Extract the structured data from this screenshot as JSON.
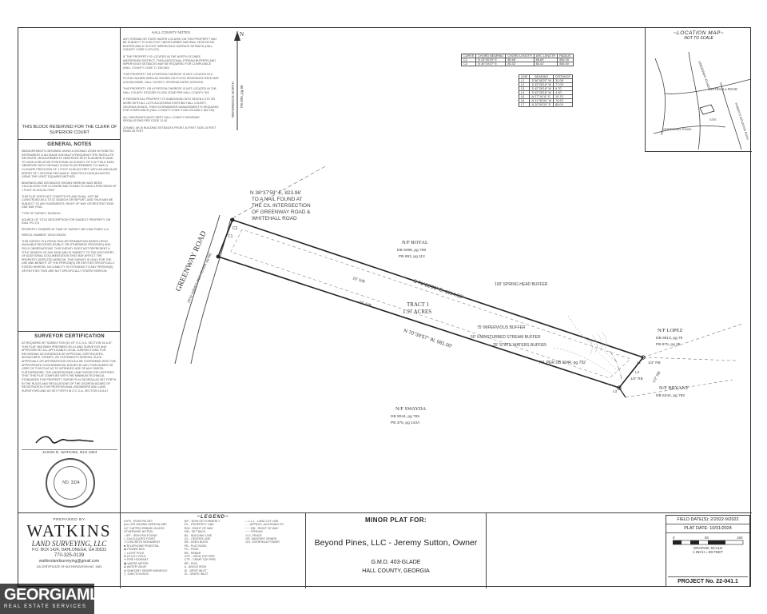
{
  "clerk_block": "THIS BLOCK RESERVED FOR THE CLERK OF SUPERIOR COURT",
  "general_notes": {
    "title": "GENERAL NOTES",
    "items": [
      "MEASUREMENTS OBTAINED USING A GEOMAX ZOOM 90 ROBOTIC INSTRUMENT & AN IGAGE IGN MULTI-FREQUENCY RTK SATELLITE RECEIVER. MEASUREMENTS OBSERVED WITH EUSUERM FOUND TO HAVE A RELATIVE POSITIONAL ACCURACY OF 0.02' FIELD DATA OBSERVED WITH GEOMAX ZOOM 90 DETERMINED TO HAVE A CLOSURE PRECISION OF 1 FOOT IN 65,924 FEET, WITH AN ANGULAR ERROR OF 1 SECOND PER ANGLE. SAID FIELD DATA ADJUSTED USING THE LEAST SQUARES METHOD",
      "BEARINGS AND DISTANCES SHOWN HEREON HAVE BEEN CALCULATED FOR CLOSURE AND FOUND TO HAVE A PRECISION OF 1 FOOT IN 423,014 FEET.",
      "THIS PLAT DOES NOT CONSTITUTE AND SHALL NOT BE CONSTRUED AS A TITLE SEARCH OR REPORT, AND THUS MAY BE SUBJECT TO ANY EASEMENTS, RIGHT OF WAY OR RESTRICTIONS ONE MAY FIND.",
      "TYPE OF SURVEY: DIVISION",
      "SOURCE OF TITLE DESCRIPTION FOR SUBJECT PROPERTY: DB 9164, pg 173",
      "PROPERTY OWNERS AT TIME OF SURVEY: BEYOND PINES LLC",
      "PARCEL NUMBER: 15019 000033",
      "THIS SURVEY IS A RESULTING DETERMINATION BASED UPON AVAILABLE RECORDS (PUBLIC OR OTHERWISE PROVIDED) AND FIELD OBSERVATIONS. THIS SURVEY DOES NOT REPRESENT A TITLE SEARCH OF ANY KIND AND IS SUBJECT TO THE DISCOVERY OF ADDITIONAL DOCUMENTATION THAT MAY AFFECT THE PROPERTY DEPICTED HEREON. THIS SURVEY IS ONLY FOR THE USE AND BENEFIT OF THE PERSON(S) OR ENTITIES SPECIFICALLY STATED HEREON. NO LIABILITY IS EXTENDED TO ANY PERSON(S) OR ENTITIES THAT ARE NOT SPECIFICALLY STATED HEREON."
    ]
  },
  "surveyor": {
    "title": "SURVEYOR CERTIFICATION",
    "text": "AS REQUIRED BY SUBSECTION (d) OF O.C.G.A. SECTION 15-6-67, THIS PLAT HAS BEEN PREPARED BY A LAND SURVEYOR AND APPROVED BY ALL APPLICABLE LOCAL JURISDICTIONS FOR RECORDING AS EVIDENCED BY APPROVAL CERTIFICATES, SIGNATURES, STAMPS, OR STATEMENTS HEREON. SUCH APPROVALS OR AFFIRMATIONS SHOULD BE CONFIRMED WITH THE APPROPRIATE GOVERNMENTAL BODIES BY ANY PURCHASER OR USER OF THIS PLAT AS TO INTENDED USE OF ANY PARCEL. FURTHERMORE, THE UNDERSIGNED LAND SURVEYOR CERTIFIES THAT THIS PLAT COMPLIES WITH THE MINIMUM TECHNICAL STANDARDS FOR PROPERTY SURVEYS IN GEORGIA AS SET FORTH IN THE RULES AND REGULATIONS OF THE GEORGIA BOARD OF REGISTRATION FOR PROFESSIONAL ENGINEERS AND LAND SURVEYORS AND AS SET FORTH IN O.C.G.A. SECTION 15-6-67.",
    "name": "JASON D. WATKINS, RLS 4324",
    "seal_number": "NO. 3324"
  },
  "hall_notes": {
    "title": "HALL COUNTY NOTES",
    "items": [
      "ANY STREAM OR STATE WATER LOCATED ON THIS PROPERTY MAY BE SUBJECT TO A 50-FOOT UNDISTURBED NATURAL VEGETATIVE BUFFER AND A 75-FOOT IMPERVIOUS SURFACE SETBACK (HALL COUNTY CODE 9.170.070)",
      "IF THE PROPERTY IS LOCATED IN THE NORTH OCONEE WATERSHED DISTRICT, THEN ADDITIONAL STREAM BUFFERS AND IMPERVIOUS SETBACKS MAY BE REQUIRED FOR COMPLIANCE (HALL COUNTY CODE 17.150.050)",
      "THIS PROPERTY OR A PORTION THEREOF IS NOT LOCATED IN A FLOOD HAZARD AREA AS SHOWN ON FLOOD INSURANCE RATE MAP #13139C0065E, HALL COUNTY, GEORGIA DATED 9/29/2016.",
      "THIS PROPERTY OR A PORTION THEREOF IS NOT LOCATED IN THE HALL COUNTY STUDIED FLOOD ZONE PER HALL COUNTY GIS.",
      "IF RESIDENTIAL PROPERTY IS SUBDIVIDED INTO SEVEN LOTS OR MORE WITH ALL LOTS ACCESSING EXISTING HALL COUNTY, GEORGIA ROADS, THEN STORMWATER MANAGEMENT IS REQUIRED FOR COMPLIANCE (HALL COUNTY CODE 9.180.120 AND 9.180.130)",
      "ALL DRIVEWAYS MUST MEET HALL COUNTY DRIVEWAY REGULATIONS PER CODE 12.40",
      "ZONING: AR-III  BUILDING SETBACKS  FRONT-40 FEET  SIDE-15 FEET  REAR-35 FEET"
    ]
  },
  "curve_table": {
    "headers": [
      "CURVE",
      "CHORD BEARING",
      "CHORD LENGTH",
      "ARC LENGTH",
      "RADIUS"
    ],
    "rows": [
      [
        "C1",
        "N 23°00'29\" E",
        "86.58'",
        "86.69'",
        "565.00'"
      ],
      [
        "C2",
        "N 34°19'27\" E",
        "83.32'",
        "83.41'",
        "565.00'"
      ]
    ]
  },
  "line_table": {
    "headers": [
      "LINE",
      "BEARING",
      "DISTANCE"
    ],
    "rows": [
      [
        "L1",
        "S 56°48'22\" W",
        "32.08'"
      ],
      [
        "L2",
        "S 43°28'18\" W",
        "77.09'"
      ],
      [
        "L3",
        "S 42°28'18\" W",
        "9.70'"
      ],
      [
        "L4",
        "S 42°28'18\" W",
        "4.40'"
      ],
      [
        "L5",
        "N 27°19'11\" E",
        "15.70'"
      ],
      [
        "L6",
        "N 31°30'04\" W",
        "74.92'"
      ],
      [
        "L7",
        "N 20°09'24\" E",
        "85.04'"
      ]
    ]
  },
  "location_map": {
    "title": "~LOCATION MAP~",
    "subtitle": "NOT TO SCALE",
    "roads": [
      "WHITEHALL ROAD",
      "GREENWAY ROAD",
      "ROBERTS MOUNTAIN ROAD",
      "SITE"
    ]
  },
  "plan": {
    "north": "N",
    "reference_north": "REFERENCE NORTH",
    "pb_ref": "PB 899, pg 88",
    "road_name": "GREENWAY ROAD",
    "road_sub": "(R/W VARIES PER PB 899, pg 88)",
    "tie_line": [
      "N 38°37'59\" E, 823.96'",
      "TO A NAIL FOUND AT",
      "THE C/L INTERSECTION",
      "OF GREENWAY ROAD &",
      "WHITEHALL ROAD"
    ],
    "royal": [
      "N/F ROYAL",
      "DB 9298, pg 758",
      "PB 693, pg 113"
    ],
    "north_line": "S 71°22'20\" E, 1014.55'",
    "south_line": "N 70°39'57\" W, 981.00'",
    "tract_name": "TRACT 1",
    "tract_area": "1.97 ACRES",
    "setback_a": "15' S/B",
    "setback_b": "15' S/B",
    "spring_buffer": "100' SPRING HEAD BUFFER",
    "impervious_buffer": "75' IMPERVIOUS BUFFER",
    "stream_buffer": "50' UNDISTURBED STREAM BUFFER",
    "state_buffer": "25' STATE WATERS BUFFER",
    "pl_label": "P/L PER DB 5044, pg 792",
    "lopez": [
      "N/F LOPEZ",
      "DB 9613, pg 79",
      "PB 875, pg 35"
    ],
    "bryant": [
      "N/F BRYANT",
      "DB 5344, pg 792"
    ],
    "swayda": [
      "N/F SWAYDA",
      "DB 9044, pg 765",
      "PB 376, pg 143A"
    ],
    "pin_a": "1/2\" RB",
    "pin_b": "1/2\" RB",
    "pin_c": "1/2\" RB",
    "curves": [
      "C1",
      "C2"
    ],
    "lines": [
      "L1",
      "L2",
      "L3"
    ]
  },
  "watkins": {
    "prepared_by": "PREPARED BY",
    "name": "WATKINS",
    "sub": "LAND SURVEYING, LLC",
    "address": "P.O. BOX 1424, DAHLONEGA, GA 30533",
    "phone": "770-325-0139",
    "email": "watkinslandsurveying@gmail.com",
    "auth": "GA CERTIFICATE OF AUTHORIZATION NO. 1363"
  },
  "legend": {
    "title": "~LEGEND~",
    "col1": [
      "● IPS - IRON PIN SET",
      "(ALL IPS SHOWN HEREON ARE",
      "1/2\" CAPPED REBAR UNLESS",
      "OTHERWISE NOTED)",
      "○ IPF - IRON PIN FOUND",
      "△ CALCULATED POINT",
      "□ CONCRETE MONUMENT",
      "■ TELEPHONE PEDESTAL",
      "◉ POWER BOX",
      "☼ LIGHT POLE",
      "Ø UTILITY POLE",
      "✦ FIRE HYDRANT",
      "▣ WATER METER",
      "◈ WATER VALVE",
      "⊕ SANITARY SEWER MANHOLE",
      "▢ JUNCTION BOX"
    ],
    "col2": [
      "N/F - NOW OR FORMERLY",
      "P/L - PROPERTY LINE",
      "R/W - RIGHT OF WAY",
      "S/B - SET BACK",
      "B/L - BUILDING LINE",
      "C/L - CENTER LINE",
      "DB - DEED BOOK",
      "PB - PLAT BOOK",
      "PG - PAGE",
      "RB - REBAR",
      "OTP - OPEN TOP PIPE",
      "CTP - CRIMP TOP PIPE",
      "RR - ROD",
      "A - ANGLE IRON",
      "DI - DROP INLET",
      "GI - GRATE INLET"
    ],
    "col3": [
      "--- L.L.L - LAND LOT LINE",
      "- - - APPROX. ADJOINING P/L",
      "~~~ S/B - RIGHT OF WAY",
      "~~~ STREAM",
      "-x-x- FENCE",
      "-ss- SANITARY SEWER",
      "-oh- OVERHEAD POWER"
    ]
  },
  "minor_plat": {
    "title": "MINOR PLAT FOR:",
    "owner": "Beyond Pines, LLC - Jeremy Sutton, Owner",
    "gmd": "G.M.D. 403-GLADE",
    "county": "HALL COUNTY, GEORGIA"
  },
  "title_block": {
    "field_date": "FIELD DATE(S): 2/2022-9/2022",
    "plat_date": "PLAT DATE: 10/31/2024",
    "scale_labels": [
      "0",
      "80",
      "160"
    ],
    "graphic_scale": "GRAPHIC SCALE",
    "scale_ratio": "1 INCH = 80 FEET",
    "project": "PROJECT No. 22-041.1"
  },
  "watermark": {
    "name": "GEORGIAMLS",
    "sub": "REAL ESTATE SERVICES"
  }
}
